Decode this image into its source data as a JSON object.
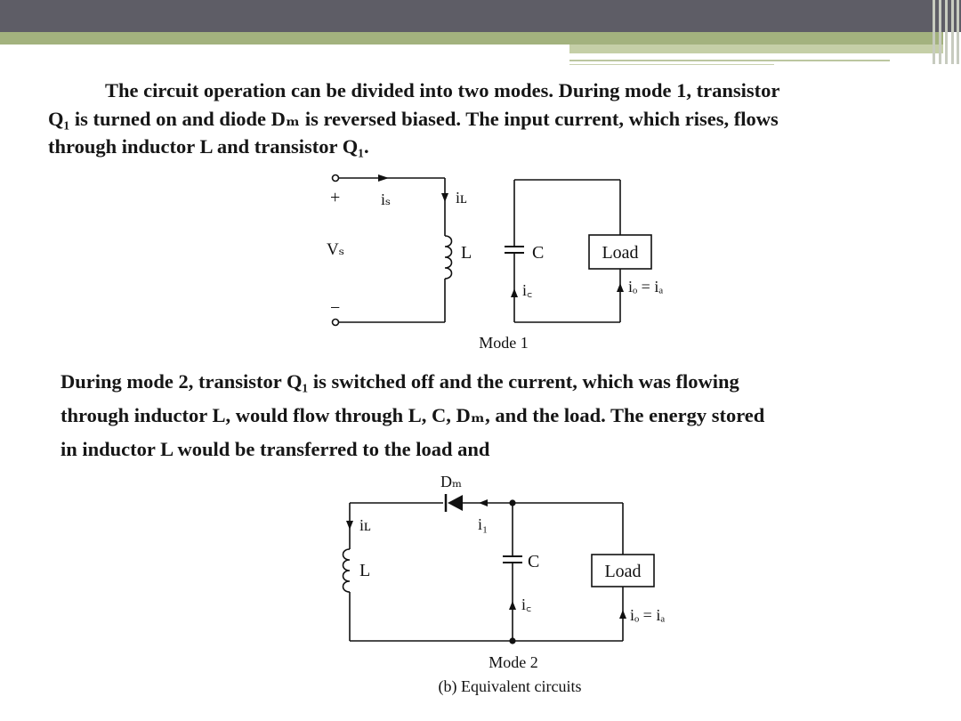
{
  "paragraph1": {
    "line1": "The circuit operation can be divided into two modes. During mode 1, transistor",
    "line2": "Q₁ is turned on and diode Dₘ is reversed biased. The input current, which rises, flows",
    "line3": "through inductor L and transistor Q₁."
  },
  "figure1": {
    "plus": "+",
    "minus": "−",
    "vs": "Vₛ",
    "is": "iₛ",
    "iL": "iʟ",
    "L": "L",
    "C": "C",
    "load": "Load",
    "ic": "i꜀",
    "io": "iₒ = iₐ",
    "caption": "Mode 1"
  },
  "paragraph2": {
    "line1": "During mode 2, transistor Q₁ is switched off and the current, which was  flowing",
    "line2": "through inductor L, would flow through L, C, Dₘ, and the load. The energy stored",
    "line3": "in inductor L would be transferred to the load and"
  },
  "figure2": {
    "dm": "Dₘ",
    "iL": "iʟ",
    "i1": "i₁",
    "L": "L",
    "C": "C",
    "load": "Load",
    "ic": "i꜀",
    "io": "iₒ = iₐ",
    "caption": "Mode 2",
    "subcaption": "(b) Equivalent circuits"
  }
}
